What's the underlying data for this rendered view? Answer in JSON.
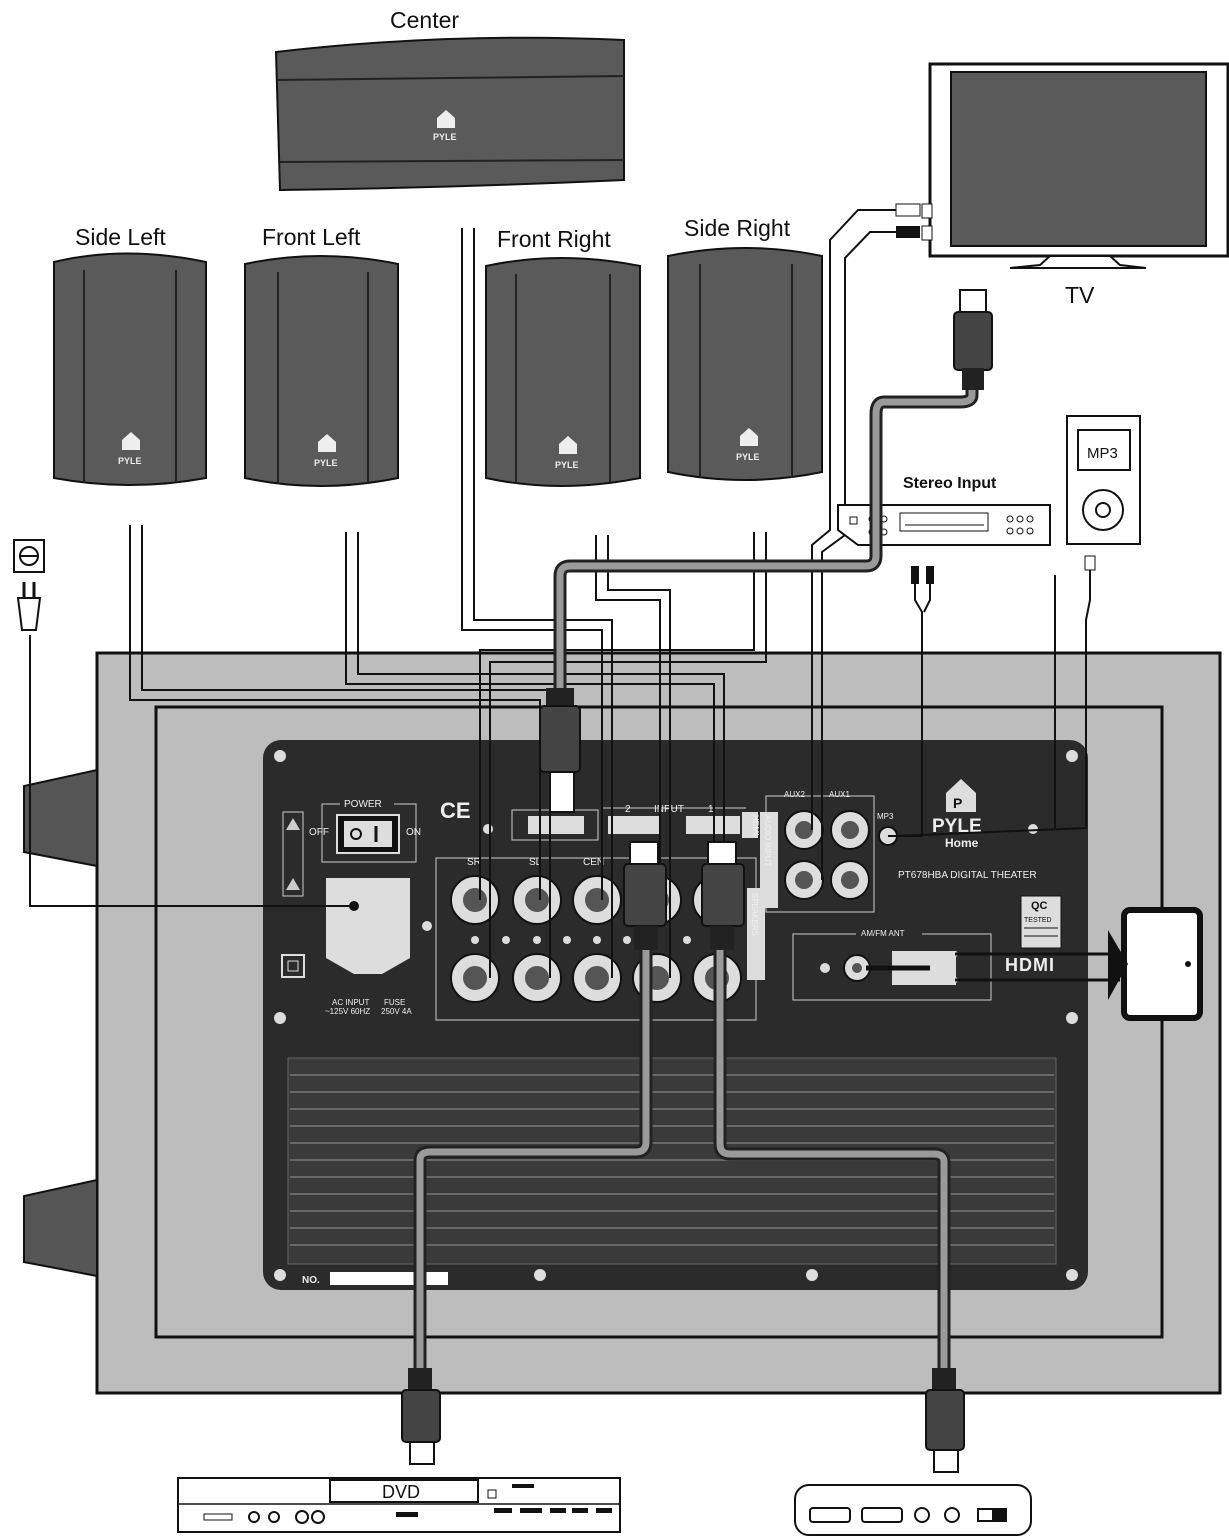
{
  "speakers": {
    "center": "Center",
    "side_left": "Side Left",
    "front_left": "Front Left",
    "front_right": "Front Right",
    "side_right": "Side Right"
  },
  "brand": {
    "name": "PYLE",
    "sub": "Home"
  },
  "devices": {
    "tv": "TV",
    "stereo_input": "Stereo Input",
    "mp3": "MP3",
    "dvd": "DVD"
  },
  "panel": {
    "power": "POWER",
    "off": "OFF",
    "on": "ON",
    "ce": "CE",
    "input": "INPUT",
    "input_2": "2",
    "input_1": "1",
    "hdmi_small": "HDMI",
    "aux2": "AUX2",
    "aux1": "AUX1",
    "audio_input": "AUDIO INPUT",
    "mp3_jack": "MP3",
    "model": "PT678HBA DIGITAL THEATER",
    "sr": "SR",
    "sl": "SL",
    "cen": "CEN",
    "speakers": "SPEAKERS",
    "am_fm": "AM/FM ANT",
    "hdmi_logo": "HDMI",
    "qc": "QC",
    "qc_tested": "TESTED",
    "ac_input": "AC INPUT",
    "ac_voltage": "~125V 60HZ",
    "fuse": "FUSE",
    "fuse_rating": "250V 4A",
    "no": "NO."
  },
  "colors": {
    "speaker": "#5a5a5a",
    "panel": "#2b2b2b",
    "frame": "#bdbdbd",
    "cable": "#9a9a9a"
  }
}
